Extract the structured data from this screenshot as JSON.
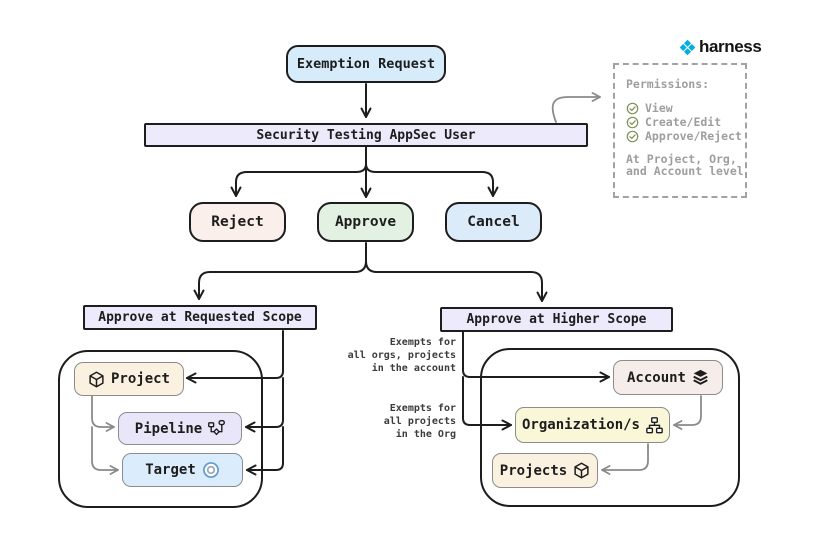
{
  "brand": {
    "name": "harness"
  },
  "permissions_panel": {
    "title": "Permissions:",
    "items": [
      "View",
      "Create/Edit",
      "Approve/Reject"
    ],
    "footer": "At Project, Org,\nand Account level"
  },
  "nodes": {
    "exemption_request": "Exemption Request",
    "appsec_user": "Security Testing AppSec User",
    "reject": "Reject",
    "approve": "Approve",
    "cancel": "Cancel",
    "approve_requested_scope": "Approve at Requested Scope",
    "approve_higher_scope": "Approve at Higher Scope",
    "project": "Project",
    "pipeline": "Pipeline",
    "target": "Target",
    "account": "Account",
    "organizations": "Organization/s",
    "projects": "Projects"
  },
  "annotations": {
    "account_note": "Exempts for\nall orgs, projects\nin the account",
    "org_note": "Exempts for\nall projects\nin the Org"
  },
  "colors": {
    "brand_blue": "#00ade4",
    "stroke_dark": "#1d1d1d",
    "stroke_gray": "#8a8a8a",
    "check_green": "#7f8f55",
    "fill_blue": "#d7ecfb",
    "fill_lavender": "#eceafb",
    "fill_pink": "#fbefec",
    "fill_green": "#e3f1e3",
    "fill_cream": "#faf1e0",
    "fill_yellow": "#faf6d8",
    "fill_rose": "#f6ecea"
  }
}
